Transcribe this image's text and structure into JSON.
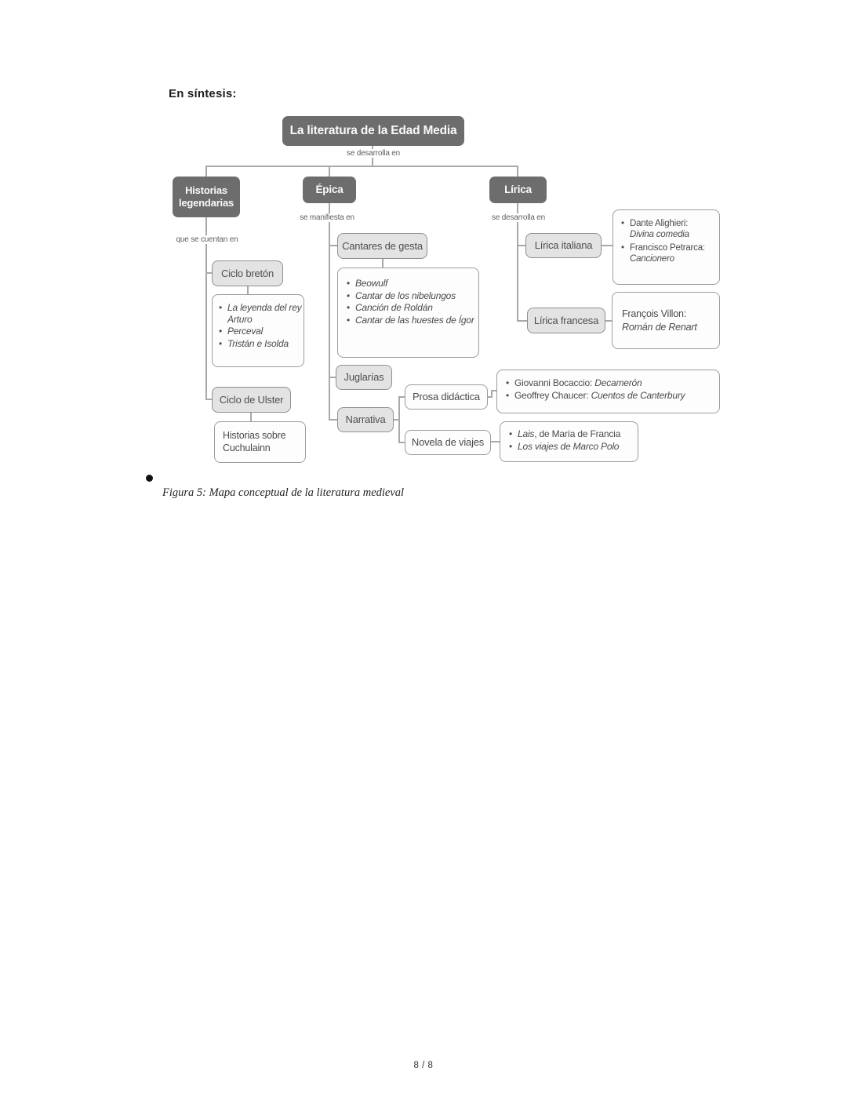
{
  "page": {
    "heading": "En síntesis:",
    "figure_caption": "Figura 5: Mapa conceptual de la literatura medieval",
    "page_number": "8 / 8"
  },
  "colors": {
    "node_dark": "#6d6d6d",
    "node_gray_bg": "#e3e3e3",
    "node_border": "#8f8f8f",
    "connector": "#a8a8a8"
  },
  "diagram": {
    "root": {
      "label": "La literatura de la Edad Media",
      "connector_label": "se desarrolla en"
    },
    "historias": {
      "label": "Historias legendarias",
      "connector_label": "que se cuentan en",
      "ciclo_breton": "Ciclo bretón",
      "breton_works": [
        "La leyenda del rey Arturo",
        "Perceval",
        "Tristán e Isolda"
      ],
      "ciclo_ulster": "Ciclo de Ulster",
      "ulster_stories": "Historias sobre Cuchulainn"
    },
    "epica": {
      "label": "Épica",
      "connector_label": "se manifiesta en",
      "cantares_de_gesta": "Cantares de gesta",
      "gesta_works": [
        "Beowulf",
        "Cantar de los nibelungos",
        "Canción de Roldán",
        "Cantar de las huestes de Ígor"
      ],
      "juglarias": "Juglarías",
      "narrativa": "Narrativa",
      "prosa_didactica": "Prosa didáctica",
      "prosa_authors": [
        {
          "name": "Giovanni Bocaccio:",
          "work": "Decamerón"
        },
        {
          "name": "Geoffrey Chaucer:",
          "work": "Cuentos de Canterbury"
        }
      ],
      "novela_de_viajes": "Novela de viajes",
      "novela_works": [
        {
          "title": "Lais",
          "rest": ", de María de Francia"
        },
        {
          "title": "Los viajes de Marco Polo",
          "rest": ""
        }
      ]
    },
    "lirica": {
      "label": "Lírica",
      "connector_label": "se desarrolla en",
      "lirica_italiana": "Lírica italiana",
      "italiana_authors": [
        {
          "name": "Dante Alighieri:",
          "work": "Divina comedia"
        },
        {
          "name": "Francisco Petrarca:",
          "work": "Cancionero"
        }
      ],
      "lirica_francesa": "Lírica francesa",
      "francesa_author": {
        "name": "François Villon:",
        "work": "Román de Renart"
      }
    }
  }
}
